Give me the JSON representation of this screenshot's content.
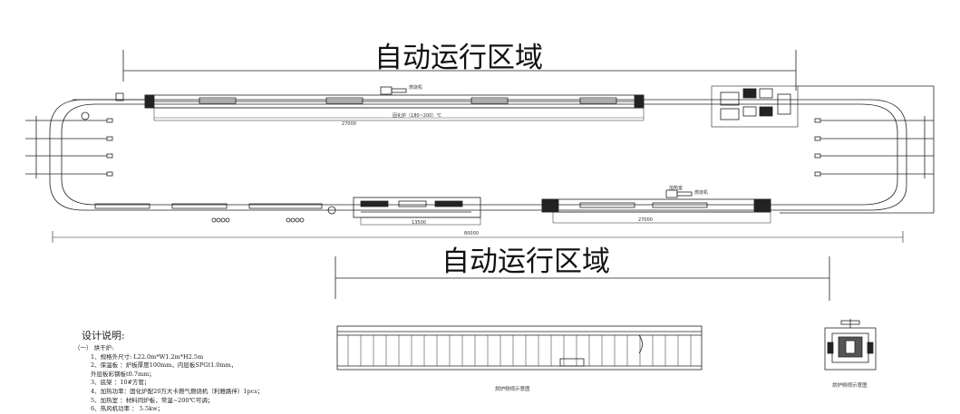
{
  "zones": {
    "top_title": "自动运行区域",
    "bottom_title": "自动运行区域"
  },
  "labels": {
    "burner_top": "燃烧机",
    "oven_top": "固化炉（180~200）℃",
    "dim_top": "27000",
    "dim_mid": "13500",
    "dim_right": "27000",
    "burner_bottom": "加热室",
    "burner_bottom_2": "燃烧机",
    "dim_overall": "80000"
  },
  "notes": {
    "title": "设计说明:",
    "lines": [
      "（一）  烘干炉:",
      "1、规格外尺寸: L22.0m*W1.2m*H2.5m",
      "2、保温板  ：炉板厚度100mm，内层板SPGt1.0mm，",
      "             外层板彩钢板t0.7mm；",
      "3、底架   ：10#方管；",
      "4、加热功率：固化炉配20万大卡燃气燃烧机（利雅路伴）1pcs；",
      "5、加热室  ：材料同炉板，常温~200℃可调；",
      "6、热风机功率 ： 5.5kw；"
    ]
  },
  "captions": {
    "side_view": "烘炉侧视示意图",
    "end_view": "烘炉侧视示意图"
  }
}
